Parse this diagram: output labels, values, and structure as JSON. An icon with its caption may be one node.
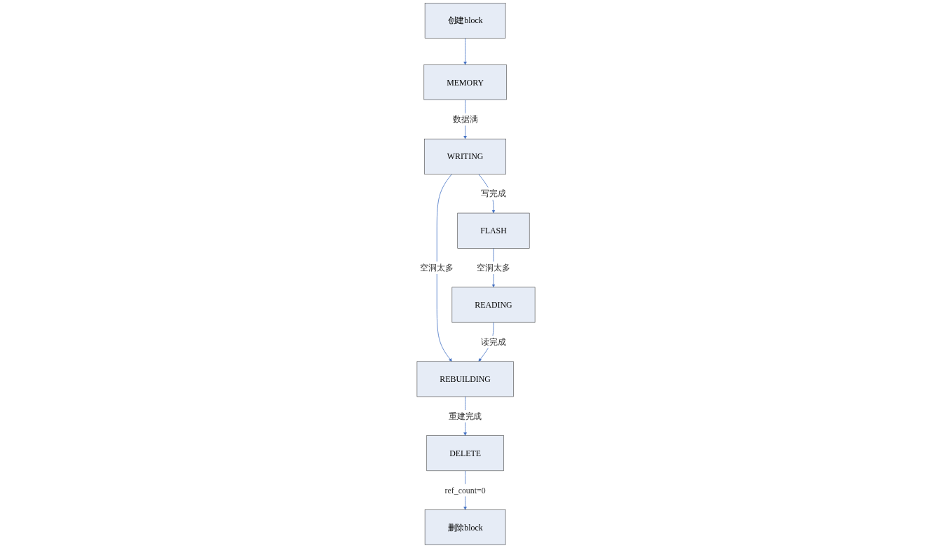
{
  "diagram": {
    "nodes": [
      {
        "text": [
          "创建block"
        ]
      },
      {
        "text": [
          "MEMORY"
        ]
      },
      {
        "text": [
          "WRITING"
        ]
      },
      {
        "text": [
          "FLASH"
        ]
      },
      {
        "text": [
          "READING"
        ]
      },
      {
        "text": [
          "REBUILDING"
        ]
      },
      {
        "text": [
          "DELETE"
        ]
      },
      {
        "text": [
          "删除block"
        ]
      }
    ],
    "edges": [
      {
        "from": 0,
        "to": 1,
        "arrow": "to"
      },
      {
        "from": 1,
        "to": 2,
        "arrow": "to",
        "label": "数据满"
      },
      {
        "from": 2,
        "to": 5,
        "arrow": "to",
        "label": "空洞太多"
      },
      {
        "from": 2,
        "to": 3,
        "arrow": "to",
        "label": "写完成"
      },
      {
        "from": 3,
        "to": 4,
        "arrow": "to",
        "label": "空洞太多"
      },
      {
        "from": 4,
        "to": 5,
        "arrow": "to",
        "label": "读完成"
      },
      {
        "from": 5,
        "to": 6,
        "arrow": "to",
        "label": "重建完成"
      },
      {
        "from": 6,
        "to": 7,
        "arrow": "to",
        "label": "ref_count=0"
      }
    ]
  }
}
